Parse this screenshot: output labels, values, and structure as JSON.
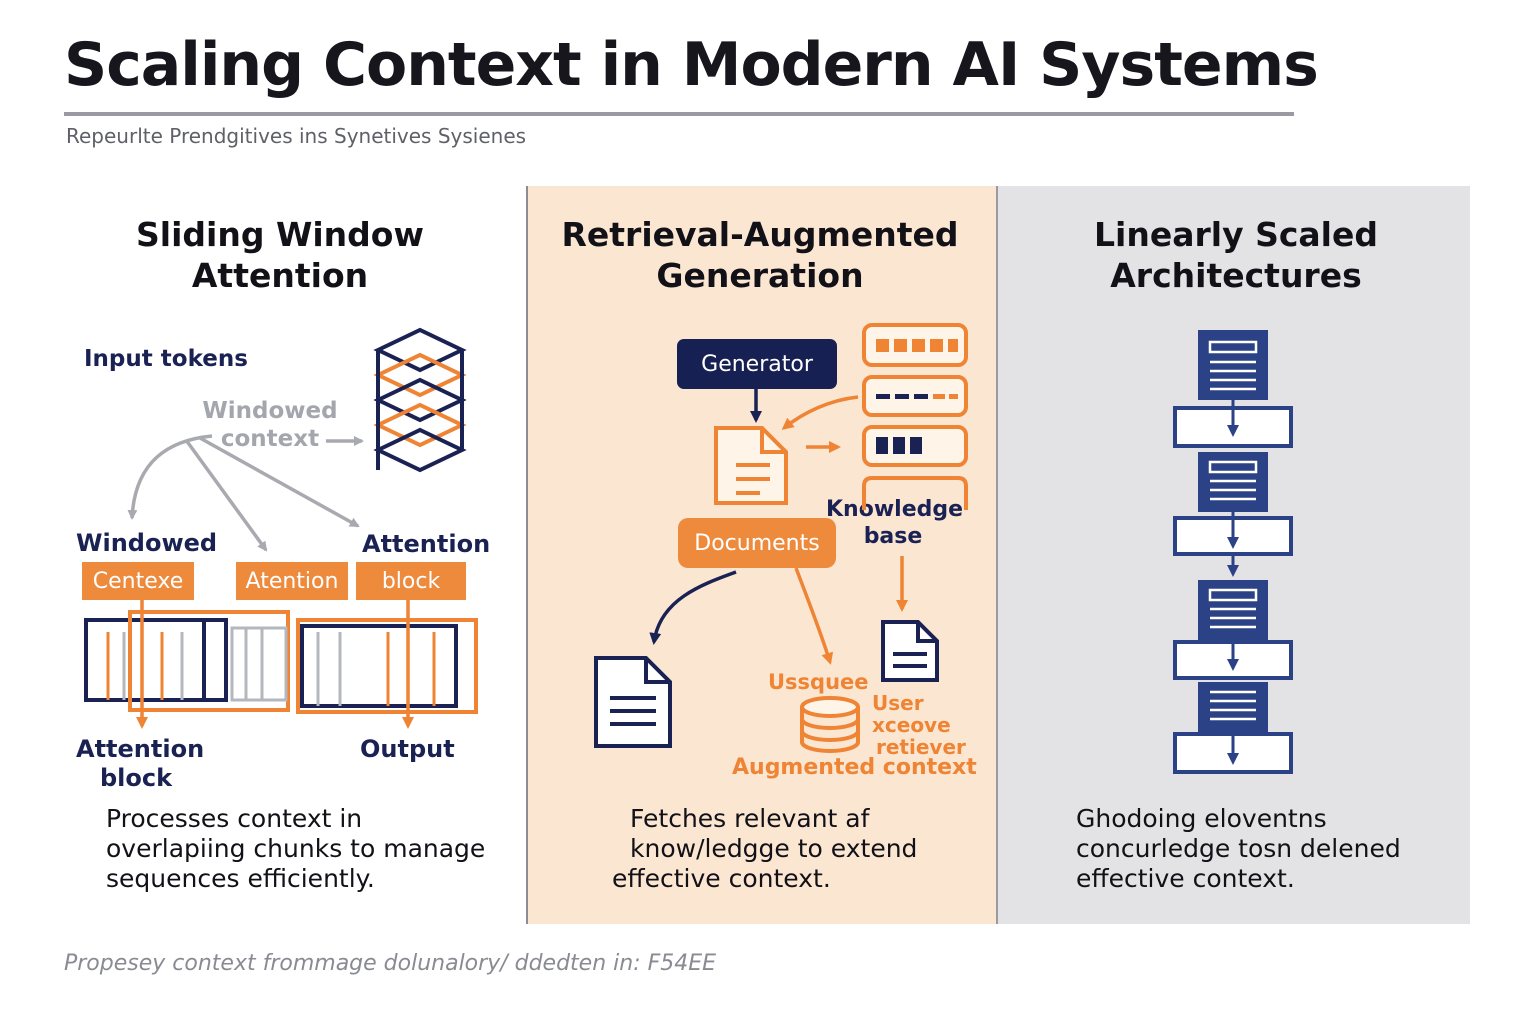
{
  "header": {
    "title": "Scaling Context in Modern AI Systems",
    "subtitle": "Repeurlte Prendgitives ins Synetives Sysienes"
  },
  "colors": {
    "navy": "#1a2253",
    "orange": "#ee8434",
    "gray": "#a4a6ad",
    "rag_panel_bg": "#fbe6d2",
    "linear_panel_bg": "#e3e3e6",
    "block_blue": "#2c4287"
  },
  "panels": {
    "sliding": {
      "title_line1": "Sliding Window",
      "title_line2": "Attention",
      "input_tokens": "Input tokens",
      "windowed_context_line1": "Windowed",
      "windowed_context_line2": "context",
      "windowed": "Windowed",
      "attention_top": "Attention",
      "box_centexe": "Centexe",
      "box_atention": "Atention",
      "box_block": "block",
      "attention_block_line1": "Attention",
      "attention_block_line2": "block",
      "output": "Output",
      "desc_line1": "Processes context in",
      "desc_line2": "overlapiing chunks to manage",
      "desc_line3": "sequences efficiently."
    },
    "rag": {
      "title_line1": "Retrieval-Augmented",
      "title_line2": "Generation",
      "generator": "Generator",
      "documents": "Documents",
      "knowledge_line1": "Knowledge",
      "knowledge_line2": "base",
      "ussquee": "Ussquee",
      "user_line1": "User",
      "user_line2": "xceove",
      "user_line3": "retiever",
      "augmented_context": "Augmented context",
      "desc_line1": "Fetches relevant af",
      "desc_line2": "know/ledgge to extend",
      "desc_line3": "effective context."
    },
    "linear": {
      "title_line1": "Linearly Scaled",
      "title_line2": "Architectures",
      "desc_line1": "Ghodoing eloventns",
      "desc_line2": "concurledge tosn delened",
      "desc_line3": "effective context."
    }
  },
  "footer": {
    "text": "Propesey context frommage dolunalory/ ddedten in: F54EE"
  }
}
